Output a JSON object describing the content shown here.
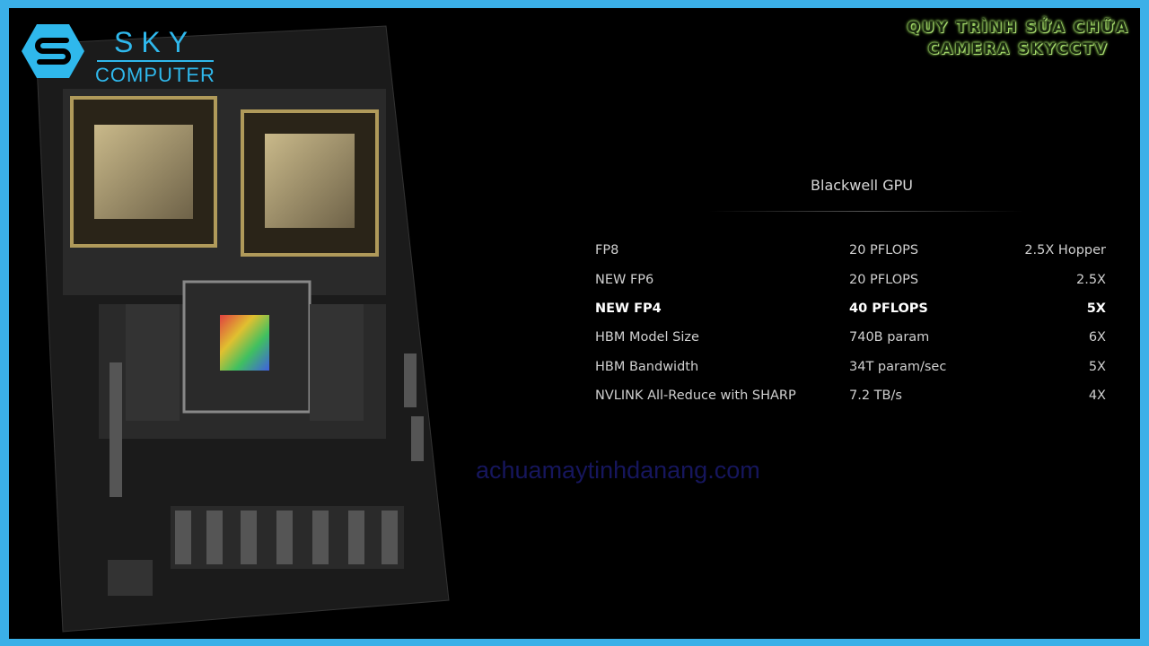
{
  "logo": {
    "line1": "SKY",
    "line2": "COMPUTER",
    "color": "#2fb8ec"
  },
  "promo": {
    "line1": "QUY TRÌNH SỬA CHỮA",
    "line2": "CAMERA SKYCCTV"
  },
  "watermark": "achuamaytinhdanang.com",
  "slide": {
    "title": "Blackwell GPU",
    "rows": [
      {
        "label": "FP8",
        "value": "20 PFLOPS",
        "compare": "2.5X Hopper",
        "bold": false
      },
      {
        "label": "NEW FP6",
        "value": "20 PFLOPS",
        "compare": "2.5X",
        "bold": false
      },
      {
        "label": "NEW FP4",
        "value": "40 PFLOPS",
        "compare": "5X",
        "bold": true
      },
      {
        "label": "HBM Model Size",
        "value": "740B param",
        "compare": "6X",
        "bold": false
      },
      {
        "label": "HBM Bandwidth",
        "value": "34T param/sec",
        "compare": "5X",
        "bold": false
      },
      {
        "label": "NVLINK All-Reduce with SHARP",
        "value": "7.2 TB/s",
        "compare": "4X",
        "bold": false
      }
    ]
  },
  "colors": {
    "frame": "#3bb0e8",
    "background": "#000000"
  }
}
